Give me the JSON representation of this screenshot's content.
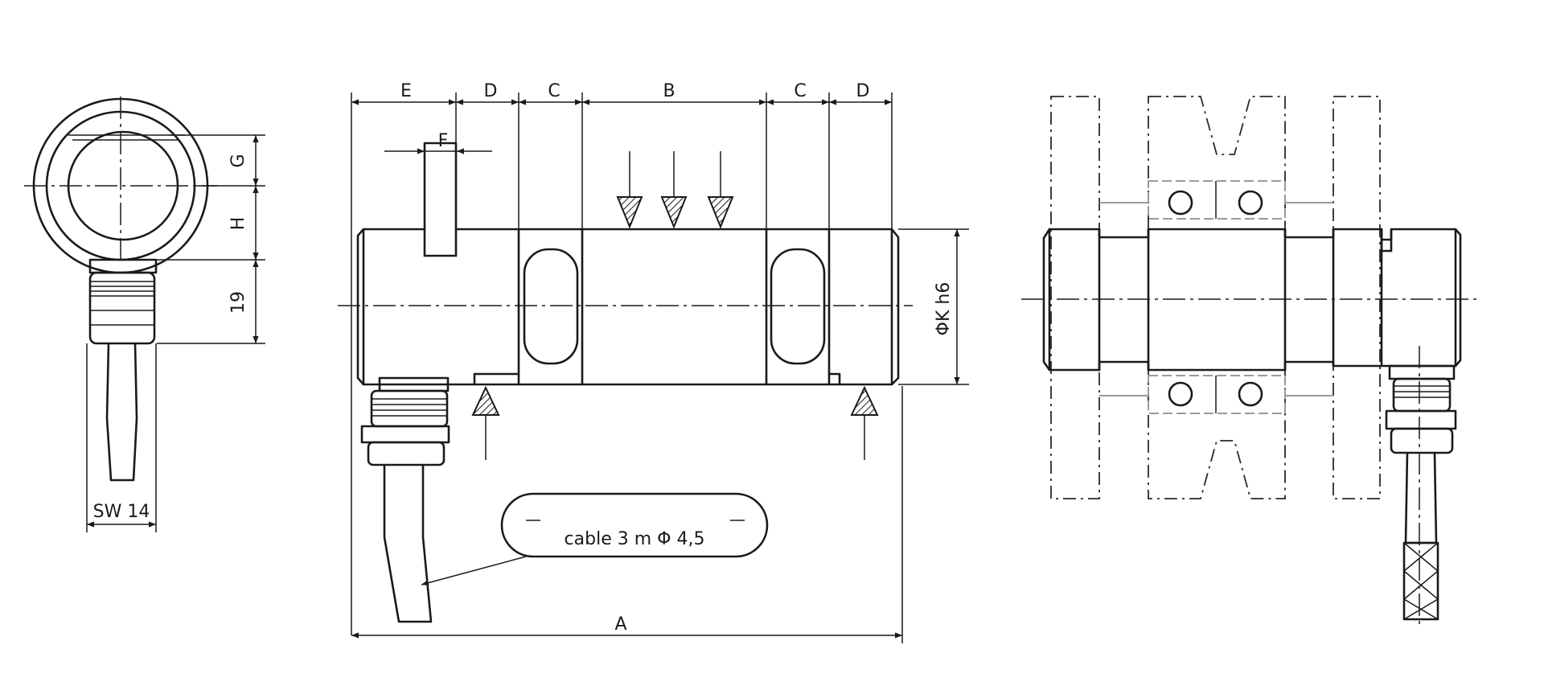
{
  "dimensions": {
    "A": "A",
    "B": "B",
    "C1": "C",
    "C2": "C",
    "D1": "D",
    "D2": "D",
    "E": "E",
    "F": "F",
    "G": "G",
    "H": "H",
    "L19": "19",
    "K": "ΦK  h6",
    "SW": "SW  14"
  },
  "callout": {
    "cable": "cable 3 m  Φ 4,5"
  }
}
